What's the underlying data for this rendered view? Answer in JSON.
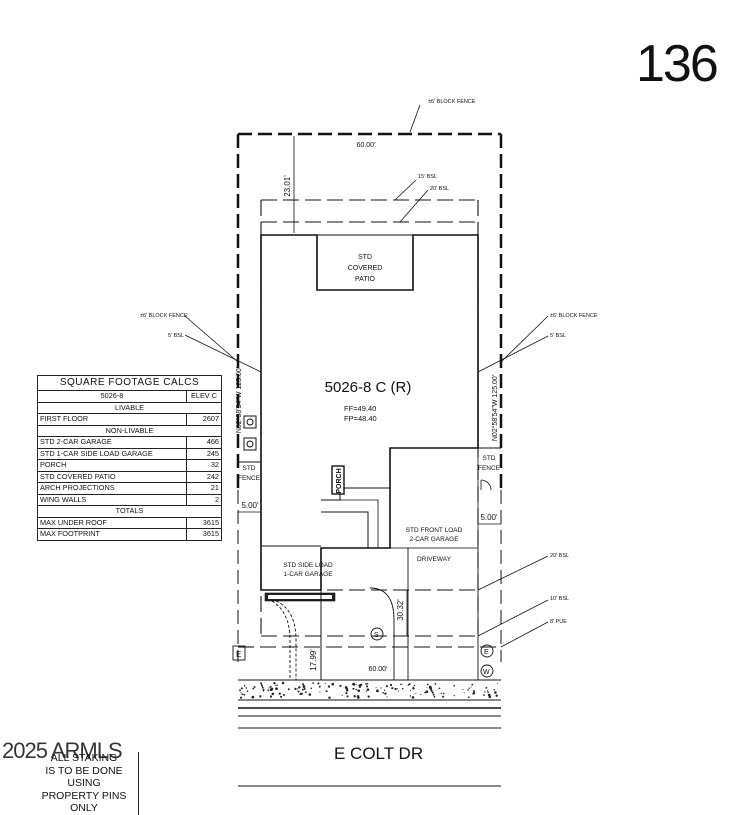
{
  "lot_number": "136",
  "street_name": "E COLT DR",
  "plan": {
    "name": "5026-8 C (R)",
    "ff": "FF=49.40",
    "fp": "FP=48.40",
    "rooms": {
      "covered_patio": [
        "STD",
        "COVERED",
        "PATIO"
      ],
      "porch": "PORCH",
      "front_load_garage": [
        "STD FRONT LOAD",
        "2-CAR GARAGE"
      ],
      "side_load_garage": [
        "STD SIDE LOAD",
        "1-CAR GARAGE"
      ],
      "driveway": "DRIVEWAY"
    }
  },
  "annotations": {
    "block_fence_top": "±6' BLOCK FENCE",
    "block_fence_left": "±6' BLOCK FENCE",
    "block_fence_right": "±6' BLOCK FENCE",
    "bsl_15": "15' BSL",
    "bsl_20_top": "20' BSL",
    "bsl_5_left": "5' BSL",
    "bsl_5_right": "5' BSL",
    "bsl_20_front": "20' BSL",
    "bsl_10": "10' BSL",
    "pue_8": "8' PUE",
    "std_fence_left": [
      "STD",
      "FENCE"
    ],
    "std_fence_right": [
      "STD",
      "FENCE"
    ],
    "bearing_left": "N02°58'54\"W 125.00'",
    "bearing_right": "N02°58'54\"W 125.00'"
  },
  "dimensions": {
    "top_width": "60.00'",
    "bottom_width": "60.00'",
    "rear_setback": "23.01'",
    "left_side": "5.00'",
    "right_side": "5.00'",
    "front_garage": "30.32'",
    "front_side_garage": "17.99'"
  },
  "markers": {
    "e_left": "E",
    "e_right": "E",
    "w": "W",
    "s": "S"
  },
  "square_footage": {
    "title": "SQUARE FOOTAGE CALCS",
    "plan": "5026-8",
    "elev": "ELEV C",
    "livable_label": "LIVABLE",
    "livable": [
      {
        "label": "FIRST FLOOR",
        "value": "2607"
      }
    ],
    "non_livable_label": "NON-LIVABLE",
    "non_livable": [
      {
        "label": "STD 2-CAR GARAGE",
        "value": "466"
      },
      {
        "label": "STD 1-CAR SIDE LOAD GARAGE",
        "value": "245"
      },
      {
        "label": "PORCH",
        "value": "32"
      },
      {
        "label": "STD COVERED PATIO",
        "value": "242"
      },
      {
        "label": "ARCH PROJECTIONS",
        "value": "21"
      },
      {
        "label": "WING WALLS",
        "value": "2"
      }
    ],
    "totals_label": "TOTALS",
    "totals": [
      {
        "label": "MAX UNDER ROOF",
        "value": "3615"
      },
      {
        "label": "MAX FOOTPRINT",
        "value": "3615"
      }
    ]
  },
  "note": [
    "ALL STAKING",
    "IS TO BE DONE USING",
    "PROPERTY PINS ONLY"
  ],
  "watermark": "2025 ARMLS"
}
